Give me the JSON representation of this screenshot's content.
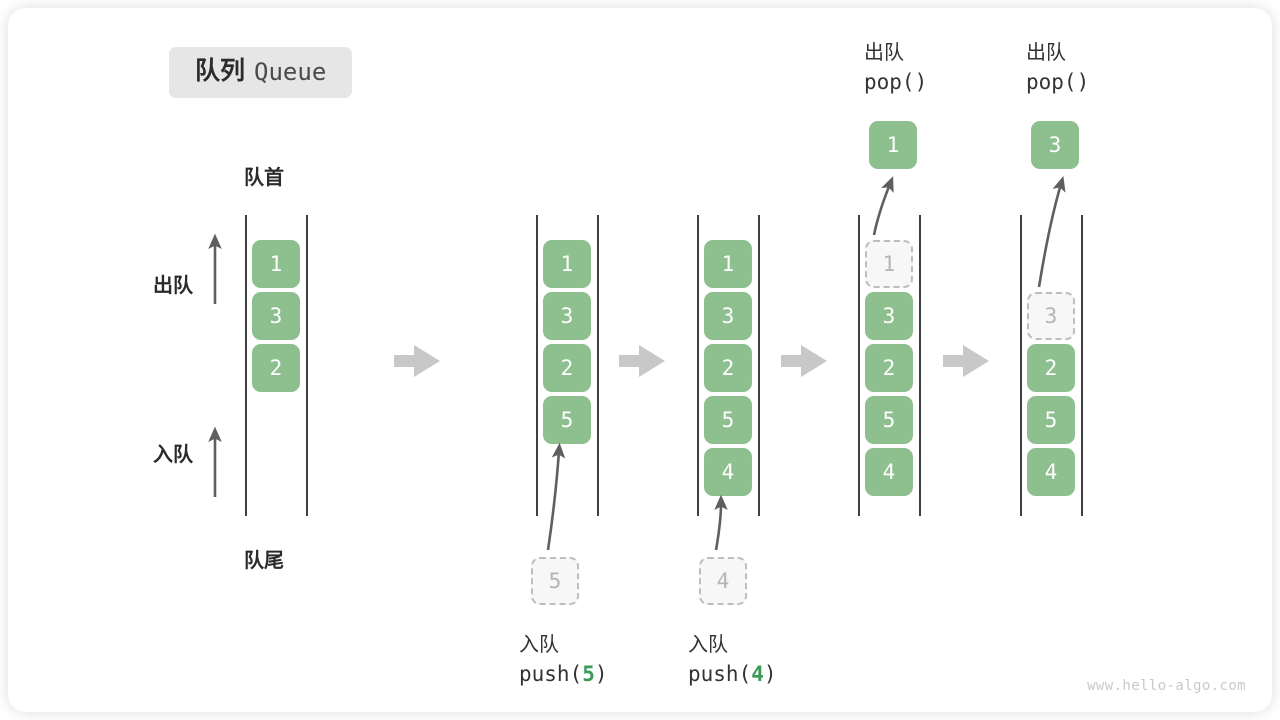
{
  "title": {
    "cn": "队列",
    "en": "Queue"
  },
  "labels": {
    "front": "队首",
    "rear": "队尾",
    "dequeue": "出队",
    "enqueue": "入队"
  },
  "watermark": "www.hello-algo.com",
  "colors": {
    "cell_fill": "#8ebf8e",
    "cell_text": "#ffffff",
    "ghost_fill": "#f7f7f7",
    "ghost_border": "#bdbdbd",
    "ghost_text": "#b4b4b4",
    "rail": "#3f3f3f",
    "arrow_gray": "#c8c8c8",
    "curve_arrow": "#5f5f5f",
    "badge_bg": "#e6e6e6",
    "accent_green": "#3c9a57",
    "text_dark": "#2b2b2b"
  },
  "steps": [
    {
      "id": "initial",
      "cells": [
        "1",
        "3",
        "2"
      ],
      "ghost": null,
      "caption_cn": "",
      "caption_code": "",
      "popped": null
    },
    {
      "id": "push-5",
      "cells": [
        "1",
        "3",
        "2",
        "5"
      ],
      "ghost": "5",
      "caption_cn": "入队",
      "caption_code": "push(5)",
      "caption_arg": "5",
      "popped": null
    },
    {
      "id": "push-4",
      "cells": [
        "1",
        "3",
        "2",
        "5",
        "4"
      ],
      "ghost": "4",
      "caption_cn": "入队",
      "caption_code": "push(4)",
      "caption_arg": "4",
      "popped": null
    },
    {
      "id": "pop-1",
      "cells": [
        "3",
        "2",
        "5",
        "4"
      ],
      "ghost": "1",
      "caption_cn": "出队",
      "caption_code": "pop()",
      "popped": "1"
    },
    {
      "id": "pop-3",
      "cells": [
        "2",
        "5",
        "4"
      ],
      "ghost": "3",
      "caption_cn": "出队",
      "caption_code": "pop()",
      "popped": "3"
    }
  ],
  "columns": {
    "col1": {
      "cells": [
        "1",
        "3",
        "2"
      ]
    },
    "col2": {
      "cells": [
        "1",
        "3",
        "2",
        "5"
      ],
      "ghost": "5"
    },
    "col3": {
      "cells": [
        "1",
        "3",
        "2",
        "5",
        "4"
      ],
      "ghost": "4"
    },
    "col4": {
      "ghost": "1",
      "cells": [
        "3",
        "2",
        "5",
        "4"
      ],
      "popped": "1",
      "op_cn": "出队",
      "op_code": "pop()"
    },
    "col5": {
      "ghost": "3",
      "cells": [
        "2",
        "5",
        "4"
      ],
      "popped": "3",
      "op_cn": "出队",
      "op_code": "pop()"
    }
  },
  "captions": {
    "push5_cn": "入队",
    "push5_code_pre": "push(",
    "push5_code_arg": "5",
    "push5_code_post": ")",
    "push4_cn": "入队",
    "push4_code_pre": "push(",
    "push4_code_arg": "4",
    "push4_code_post": ")",
    "pop_cn": "出队",
    "pop_code": "pop()"
  }
}
